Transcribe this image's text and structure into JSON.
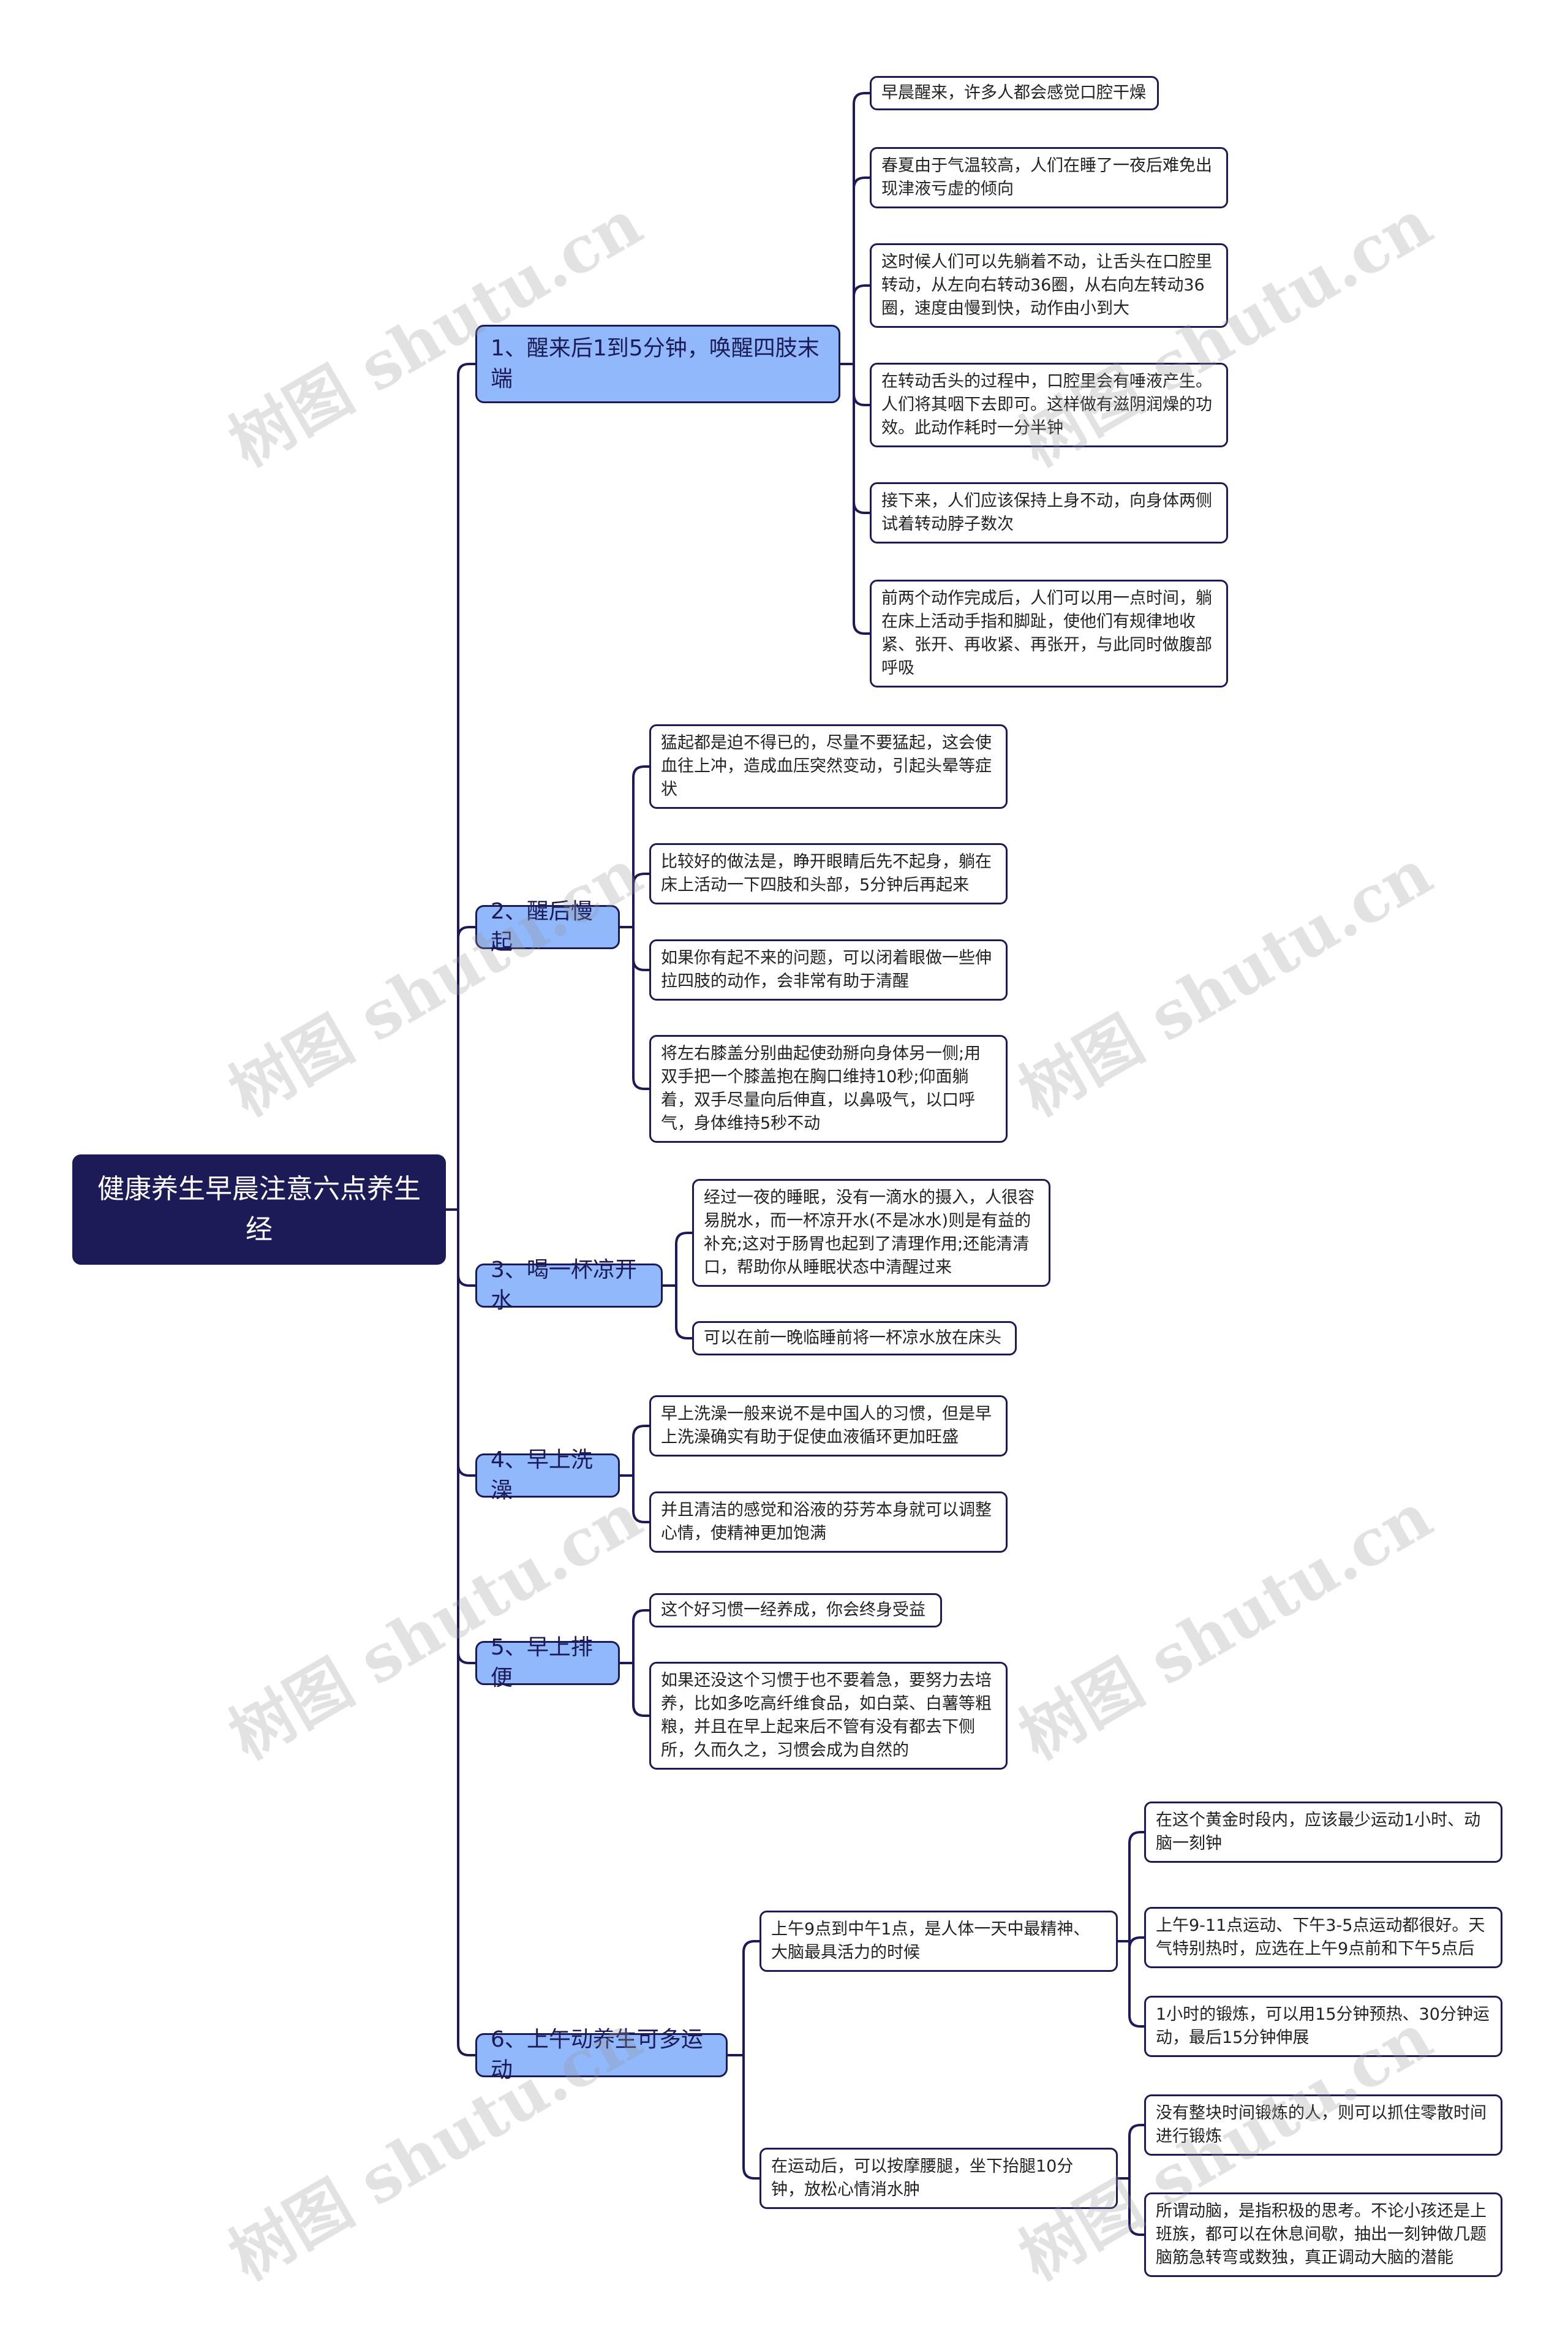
{
  "root": {
    "title": "健康养生早晨注意六点养生经"
  },
  "branches": [
    {
      "label": "1、醒来后1到5分钟，唤醒四肢末端",
      "children": [
        "早晨醒来，许多人都会感觉口腔干燥",
        "春夏由于气温较高，人们在睡了一夜后难免出现津液亏虚的倾向",
        "这时候人们可以先躺着不动，让舌头在口腔里转动，从左向右转动36圈，从右向左转动36圈，速度由慢到快，动作由小到大",
        "在转动舌头的过程中，口腔里会有唾液产生。人们将其咽下去即可。这样做有滋阴润燥的功效。此动作耗时一分半钟",
        "接下来，人们应该保持上身不动，向身体两侧试着转动脖子数次",
        "前两个动作完成后，人们可以用一点时间，躺在床上活动手指和脚趾，使他们有规律地收紧、张开、再收紧、再张开，与此同时做腹部呼吸"
      ]
    },
    {
      "label": "2、醒后慢起",
      "children": [
        "猛起都是迫不得已的，尽量不要猛起，这会使血往上冲，造成血压突然变动，引起头晕等症状",
        "比较好的做法是，睁开眼睛后先不起身，躺在床上活动一下四肢和头部，5分钟后再起来",
        "如果你有起不来的问题，可以闭着眼做一些伸拉四肢的动作，会非常有助于清醒",
        "将左右膝盖分别曲起使劲掰向身体另一侧;用双手把一个膝盖抱在胸口维持10秒;仰面躺着，双手尽量向后伸直，以鼻吸气，以口呼气，身体维持5秒不动"
      ]
    },
    {
      "label": "3、喝一杯凉开水",
      "children": [
        "经过一夜的睡眠，没有一滴水的摄入，人很容易脱水，而一杯凉开水(不是冰水)则是有益的补充;这对于肠胃也起到了清理作用;还能清清口，帮助你从睡眠状态中清醒过来",
        "可以在前一晚临睡前将一杯凉水放在床头"
      ]
    },
    {
      "label": "4、早上洗澡",
      "children": [
        "早上洗澡一般来说不是中国人的习惯，但是早上洗澡确实有助于促使血液循环更加旺盛",
        "并且清洁的感觉和浴液的芬芳本身就可以调整心情，使精神更加饱满"
      ]
    },
    {
      "label": "5、早上排便",
      "children": [
        "这个好习惯一经养成，你会终身受益",
        "如果还没这个习惯于也不要着急，要努力去培养，比如多吃高纤维食品，如白菜、白薯等粗粮，并且在早上起来后不管有没有都去下侧所，久而久之，习惯会成为自然的"
      ]
    },
    {
      "label": "6、上午动养生可多运动",
      "children": [
        {
          "label": "上午9点到中午1点，是人体一天中最精神、大脑最具活力的时候",
          "children": [
            "在这个黄金时段内，应该最少运动1小时、动脑一刻钟",
            "上午9-11点运动、下午3-5点运动都很好。天气特别热时，应选在上午9点前和下午5点后",
            "1小时的锻炼，可以用15分钟预热、30分钟运动，最后15分钟伸展"
          ]
        },
        {
          "label": "在运动后，可以按摩腰腿，坐下抬腿10分钟，放松心情消水肿",
          "children": [
            "没有整块时间锻炼的人，则可以抓住零散时间进行锻炼",
            "所谓动脑，是指积极的思考。不论小孩还是上班族，都可以在休息间歇，抽出一刻钟做几题脑筋急转弯或数独，真正调动大脑的潜能"
          ]
        }
      ]
    }
  ],
  "watermark": "树图 shutu.cn",
  "colors": {
    "root_bg": "#1c1b57",
    "branch_bg": "#90b8fb",
    "line": "#1c1b57"
  }
}
